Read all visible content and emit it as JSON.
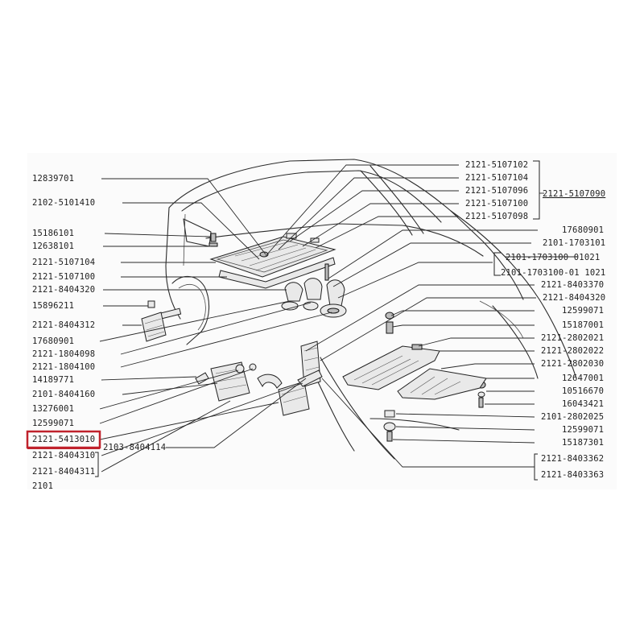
{
  "labels_left": [
    "12839701",
    "2102-5101410",
    "15186101",
    "12638101",
    "2121-5107104",
    "2121-5107100",
    "2121-8404320",
    "15896211",
    "2121-8404312",
    "17680901",
    "2121-1804098",
    "2121-1804100",
    "14189771",
    "2101-8404160",
    "13276001",
    "12599071",
    "2121-5413010",
    "2121-8404310",
    "2121-8404311",
    "2101"
  ],
  "labels_right": [
    "2121-5107102",
    "2121-5107104",
    "2121-5107096",
    "2121-5107100",
    "2121-5107098",
    "17680901",
    "2101-1703101",
    "2101-1703100  01021",
    "2101-1703100-01 1021",
    "2121-8403370",
    "2121-8404320",
    "12599071",
    "15187001",
    "2121-2802021",
    "2121-2802022",
    "2121-2802030",
    "12647001",
    "10516670",
    "16043421",
    "2101-2802025",
    "12599071",
    "15187301",
    "2121-8403362",
    "2121-8403363"
  ],
  "group_label_right": "2121-5107090",
  "inline_label": "2103-8404114",
  "highlighted_label": "2121-5413010",
  "colors": {
    "highlight": "#c0222c",
    "ink": "#1e1e1e",
    "background": "#ffffff"
  }
}
